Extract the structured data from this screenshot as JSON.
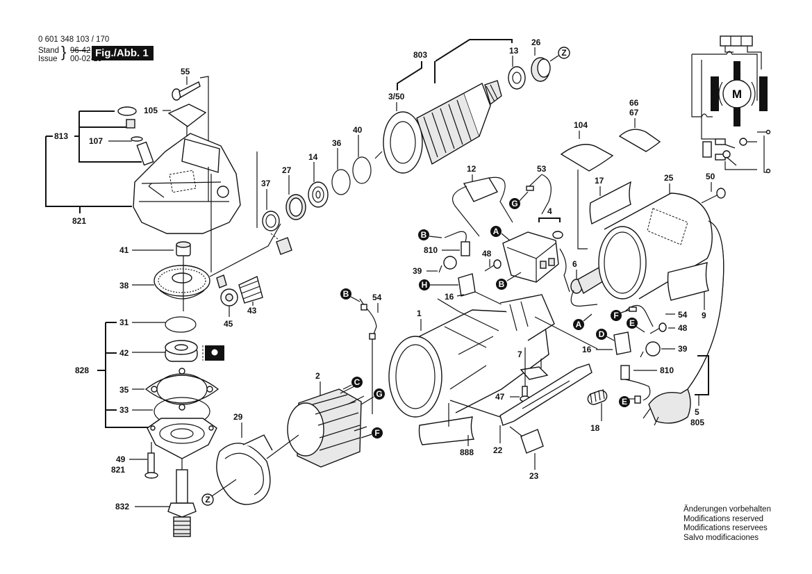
{
  "header": {
    "part_number": "0 601 348 103 / 170",
    "stand_label": "Stand",
    "issue_label": "Issue",
    "stand_value_struck": "96-42",
    "issue_value": "00-02-19",
    "figure_label": "Fig./Abb. 1"
  },
  "footer_note": [
    "Änderungen vorbehalten",
    "Modifications reserved",
    "Modifications reservees",
    "Salvo modificaciones"
  ],
  "schematic": {
    "motor_label": "M"
  },
  "part_labels": {
    "p55": "55",
    "p105": "105",
    "p813": "813",
    "p107": "107",
    "p821a": "821",
    "p41": "41",
    "p38": "38",
    "p31": "31",
    "p42": "42",
    "p828": "828",
    "p35": "35",
    "p33": "33",
    "p49": "49",
    "p821b": "821",
    "p832": "832",
    "p29": "29",
    "p2": "2",
    "p45": "45",
    "p43": "43",
    "p37": "37",
    "p27": "27",
    "p14": "14",
    "p36": "36",
    "p40": "40",
    "p803": "803",
    "p350": "3/50",
    "p13": "13",
    "p26": "26",
    "p12": "12",
    "p53": "53",
    "p4": "4",
    "p810a": "810",
    "p39a": "39",
    "p48a": "48",
    "p16a": "16",
    "p6": "6",
    "p104": "104",
    "p6667a": "66",
    "p6667b": "67",
    "p17": "17",
    "p25": "25",
    "p50": "50",
    "p54a": "54",
    "p1": "1",
    "p7": "7",
    "p47": "47",
    "p888": "888",
    "p22": "22",
    "p23": "23",
    "p18": "18",
    "p54b": "54",
    "p48b": "48",
    "p16b": "16",
    "p39b": "39",
    "p810b": "810",
    "p9": "9",
    "p5": "5",
    "p805": "805"
  },
  "connector_callouts": {
    "A1": "A",
    "A2": "A",
    "B1": "B",
    "B2": "B",
    "B3": "B",
    "C": "C",
    "D": "D",
    "E1": "E",
    "E2": "E",
    "F1": "F",
    "F2": "F",
    "G1": "G",
    "G2": "G",
    "H": "H",
    "Z1": "Z",
    "Z2": "Z"
  }
}
